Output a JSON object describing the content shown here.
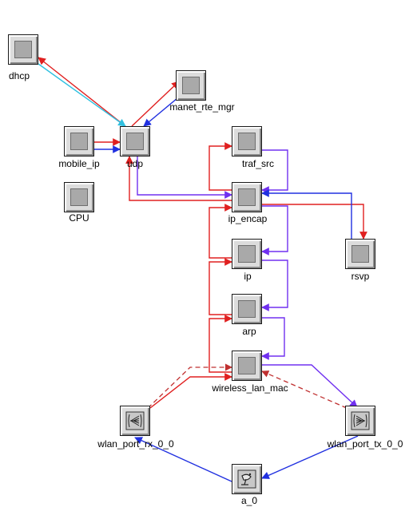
{
  "nodes": [
    {
      "id": "dhcp",
      "label": "dhcp",
      "kind": "module"
    },
    {
      "id": "manet_rte_mgr",
      "label": "manet_rte_mgr",
      "kind": "module"
    },
    {
      "id": "mobile_ip",
      "label": "mobile_ip",
      "kind": "module"
    },
    {
      "id": "udp",
      "label": "udp",
      "kind": "module"
    },
    {
      "id": "cpu",
      "label": "CPU",
      "kind": "module"
    },
    {
      "id": "traf_src",
      "label": "traf_src",
      "kind": "module"
    },
    {
      "id": "ip_encap",
      "label": "ip_encap",
      "kind": "module"
    },
    {
      "id": "rsvp",
      "label": "rsvp",
      "kind": "module"
    },
    {
      "id": "ip",
      "label": "ip",
      "kind": "module"
    },
    {
      "id": "arp",
      "label": "arp",
      "kind": "module"
    },
    {
      "id": "wireless_lan_mac",
      "label": "wireless_lan_mac",
      "kind": "module"
    },
    {
      "id": "wlan_port_rx_0_0",
      "label": "wlan_port_rx_0_0",
      "kind": "receiver"
    },
    {
      "id": "wlan_port_tx_0_0",
      "label": "wlan_port_tx_0_0",
      "kind": "transmitter"
    },
    {
      "id": "a_0",
      "label": "a_0",
      "kind": "antenna"
    }
  ],
  "colors": {
    "stream_out": "#e02020",
    "stream_in": "#2030e0",
    "stream_purple": "#7030f0",
    "stream_cyan": "#30c0e0",
    "stat_wire": "#c03030",
    "node_face": "#dcdcdc",
    "node_inner": "#a9a9a9"
  },
  "connections": [
    {
      "from": "udp",
      "to": "dhcp",
      "color": "stream_out",
      "style": "solid"
    },
    {
      "from": "dhcp",
      "to": "udp",
      "color": "stream_cyan",
      "style": "solid"
    },
    {
      "from": "udp",
      "to": "manet_rte_mgr",
      "color": "stream_out",
      "style": "solid"
    },
    {
      "from": "manet_rte_mgr",
      "to": "udp",
      "color": "stream_in",
      "style": "solid"
    },
    {
      "from": "mobile_ip",
      "to": "udp",
      "color": "stream_out",
      "style": "solid"
    },
    {
      "from": "mobile_ip",
      "to": "udp",
      "color": "stream_in",
      "style": "solid"
    },
    {
      "from": "ip_encap",
      "to": "udp",
      "color": "stream_out",
      "style": "solid"
    },
    {
      "from": "udp",
      "to": "ip_encap",
      "color": "stream_purple",
      "style": "solid"
    },
    {
      "from": "ip_encap",
      "to": "traf_src",
      "color": "stream_out",
      "style": "solid"
    },
    {
      "from": "traf_src",
      "to": "ip_encap",
      "color": "stream_purple",
      "style": "solid"
    },
    {
      "from": "ip_encap",
      "to": "rsvp",
      "color": "stream_out",
      "style": "solid"
    },
    {
      "from": "rsvp",
      "to": "ip_encap",
      "color": "stream_in",
      "style": "solid"
    },
    {
      "from": "ip",
      "to": "ip_encap",
      "color": "stream_out",
      "style": "solid"
    },
    {
      "from": "ip_encap",
      "to": "ip",
      "color": "stream_purple",
      "style": "solid"
    },
    {
      "from": "arp",
      "to": "ip",
      "color": "stream_out",
      "style": "solid"
    },
    {
      "from": "ip",
      "to": "arp",
      "color": "stream_purple",
      "style": "solid"
    },
    {
      "from": "wireless_lan_mac",
      "to": "arp",
      "color": "stream_out",
      "style": "solid"
    },
    {
      "from": "arp",
      "to": "wireless_lan_mac",
      "color": "stream_purple",
      "style": "solid"
    },
    {
      "from": "wlan_port_rx_0_0",
      "to": "wireless_lan_mac",
      "color": "stream_out",
      "style": "solid"
    },
    {
      "from": "wlan_port_rx_0_0",
      "to": "wireless_lan_mac",
      "color": "stat_wire",
      "style": "dashed"
    },
    {
      "from": "wireless_lan_mac",
      "to": "wlan_port_tx_0_0",
      "color": "stream_purple",
      "style": "solid"
    },
    {
      "from": "wlan_port_tx_0_0",
      "to": "wireless_lan_mac",
      "color": "stat_wire",
      "style": "dashed"
    },
    {
      "from": "a_0",
      "to": "wlan_port_rx_0_0",
      "color": "stream_in",
      "style": "solid"
    },
    {
      "from": "wlan_port_tx_0_0",
      "to": "a_0",
      "color": "stream_in",
      "style": "solid"
    }
  ]
}
